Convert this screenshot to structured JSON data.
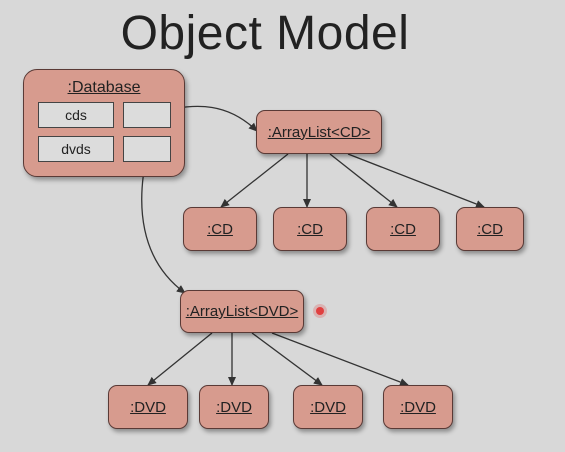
{
  "title": "Object Model",
  "database": {
    "label": ":Database",
    "fields": [
      {
        "name": "cds"
      },
      {
        "name": "dvds"
      }
    ]
  },
  "cd_list": {
    "label": ":ArrayList<CD>"
  },
  "cd_items": [
    ":CD",
    ":CD",
    ":CD",
    ":CD"
  ],
  "dvd_list": {
    "label": ":ArrayList<DVD>"
  },
  "dvd_items": [
    ":DVD",
    ":DVD",
    ":DVD",
    ":DVD"
  ],
  "colors": {
    "background": "#d8d8d8",
    "node_fill": "#d79b8e",
    "node_border": "#5a3a36",
    "field_fill": "#dcdcdc",
    "arrow": "#333333",
    "pointer": "#e04040"
  }
}
